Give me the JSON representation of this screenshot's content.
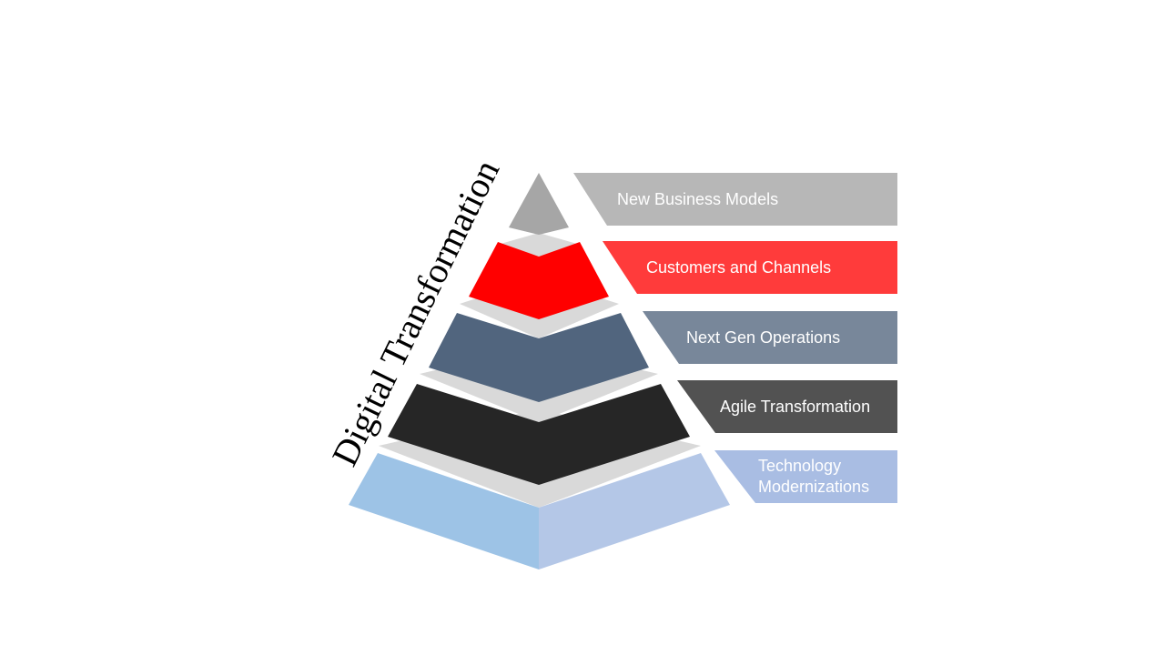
{
  "diagram": {
    "side_title": "Digital Transformation",
    "tiers": [
      {
        "label": "New Business Models",
        "color": "#a6a6a6",
        "band_color": "#b7b7b7"
      },
      {
        "label": "Customers and Channels",
        "color": "#ff0000",
        "band_color": "#ff3b3b"
      },
      {
        "label": "Next Gen Operations",
        "color": "#51657e",
        "band_color": "#78879a"
      },
      {
        "label": "Agile Transformation",
        "color": "#262626",
        "band_color": "#525252"
      },
      {
        "label_lines": [
          "Technology",
          "Modernizations"
        ],
        "color_left": "#9dc3e6",
        "color_right": "#b4c7e7",
        "band_color": "#a9bde3"
      }
    ],
    "separator_color": "#d9d9d9"
  }
}
